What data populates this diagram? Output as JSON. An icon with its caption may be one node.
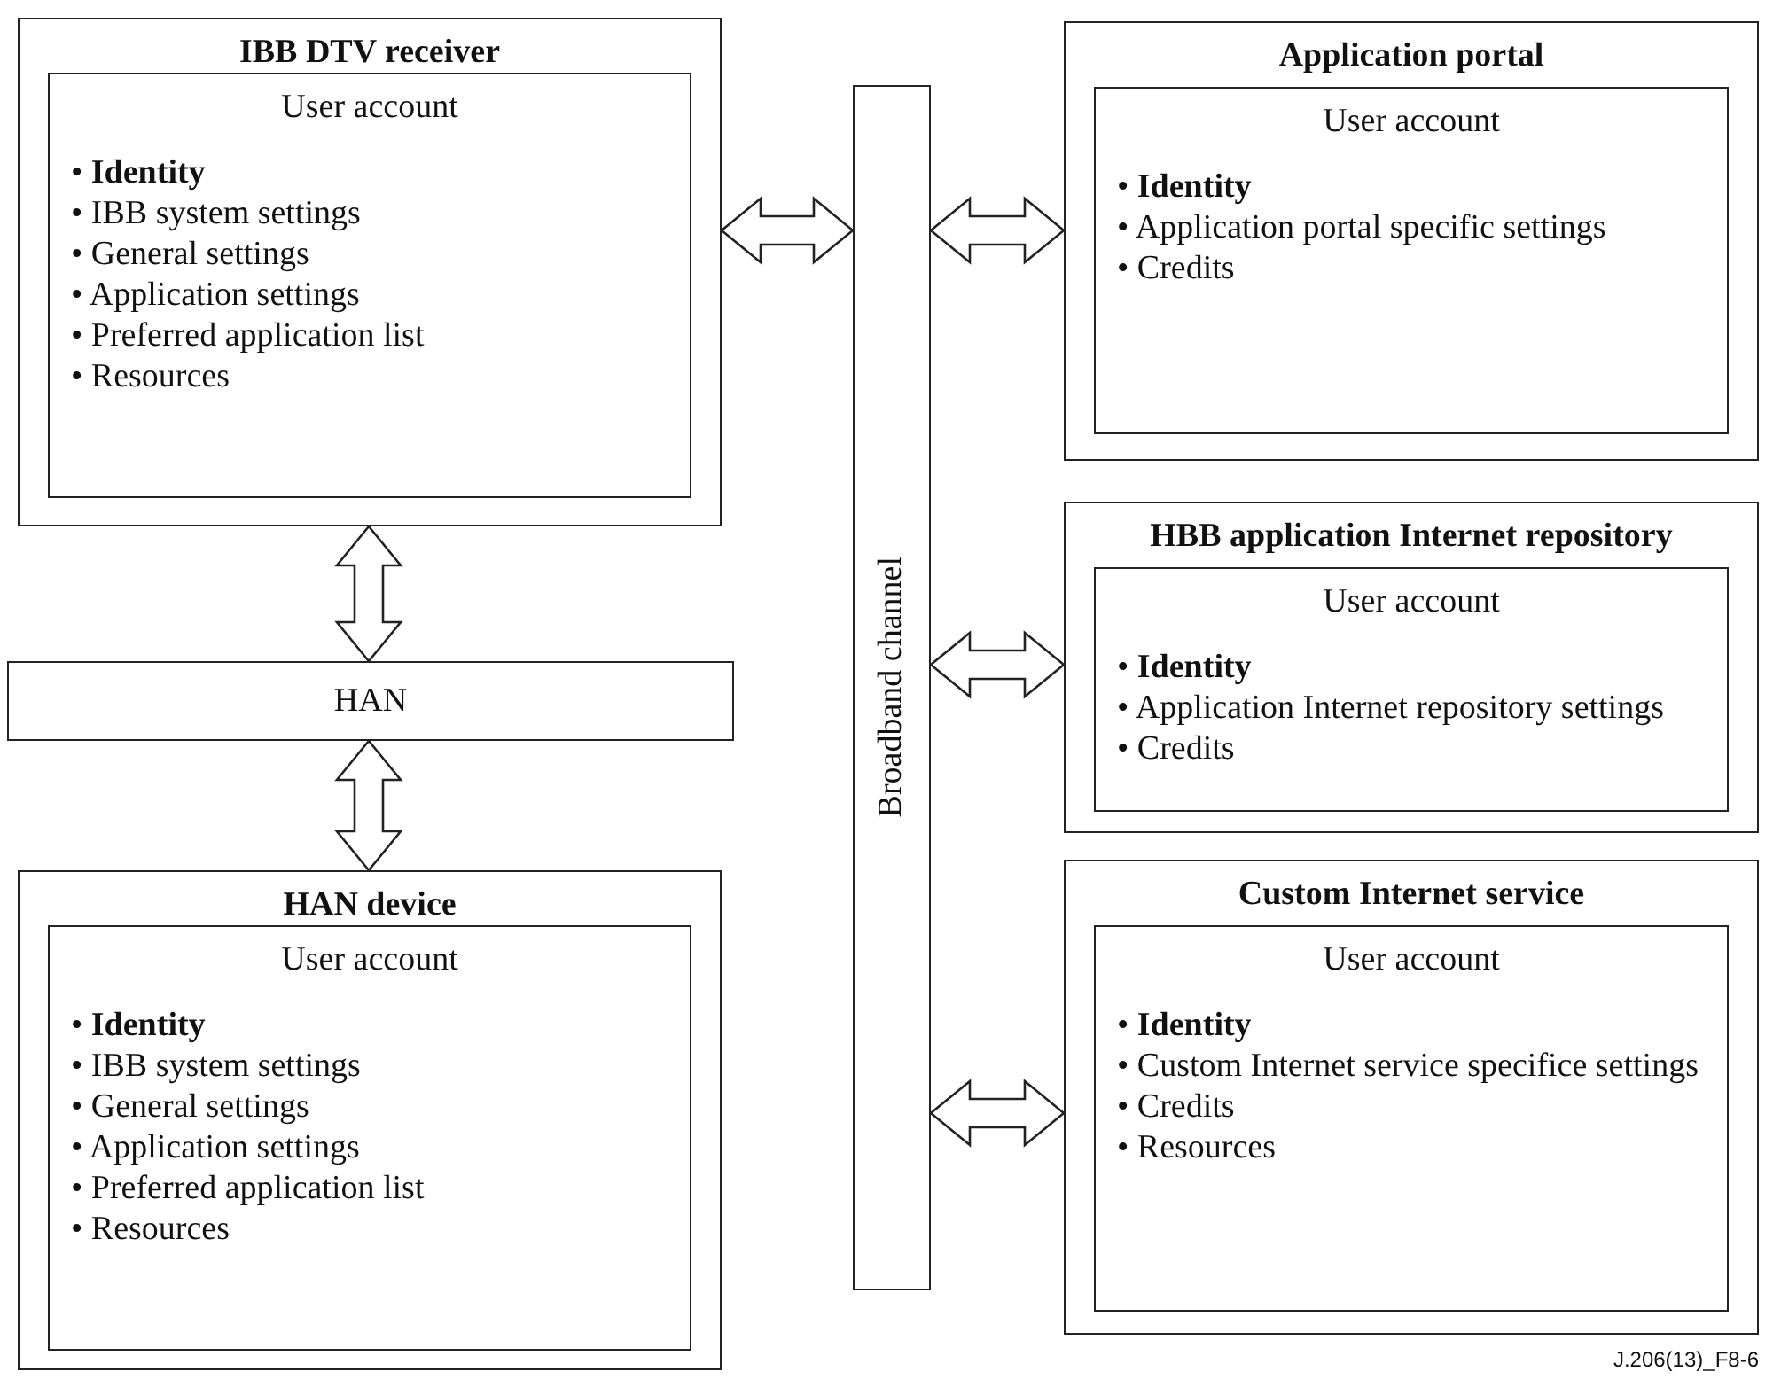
{
  "diagram": {
    "nodes": [
      {
        "text": [
          "IBB DTV receiver"
        ]
      },
      {
        "text": [
          "User account",
          "• **Identity**",
          "• IBB system settings",
          "• General settings",
          "• Application settings",
          "• Preferred application list",
          "• Resources"
        ],
        "in": 0
      },
      {
        "text": [
          "HAN"
        ]
      },
      {
        "text": [
          "HAN device"
        ]
      },
      {
        "text": [
          "User account",
          "• **Identity**",
          "• IBB system settings",
          "• General settings",
          "• Application settings",
          "• Preferred application list",
          "• Resources"
        ],
        "in": 3
      },
      {
        "text": [
          "Broadband channel"
        ]
      },
      {
        "text": [
          "Application portal"
        ]
      },
      {
        "text": [
          "User account",
          "• **Identity**",
          "• Application portal specific settings",
          "• Credits"
        ],
        "in": 6
      },
      {
        "text": [
          "HBB application Internet repository"
        ]
      },
      {
        "text": [
          "User account",
          "• **Identity**",
          "• Application Internet repository settings",
          "• Credits"
        ],
        "in": 8
      },
      {
        "text": [
          "Custom Internet service"
        ]
      },
      {
        "text": [
          "User account",
          "• **Identity**",
          "• Custom Internet service specifice settings",
          "• Credits",
          "• Resources"
        ],
        "in": 10
      }
    ],
    "edges": [
      {
        "from": 0,
        "to": 2,
        "arrow": "both"
      },
      {
        "from": 2,
        "to": 3,
        "arrow": "both"
      },
      {
        "from": 0,
        "to": 5,
        "arrow": "both"
      },
      {
        "from": 5,
        "to": 6,
        "arrow": "both"
      },
      {
        "from": 5,
        "to": 8,
        "arrow": "both"
      },
      {
        "from": 5,
        "to": 10,
        "arrow": "both"
      }
    ],
    "labels": [
      "J.206(13)_F8-6"
    ]
  }
}
